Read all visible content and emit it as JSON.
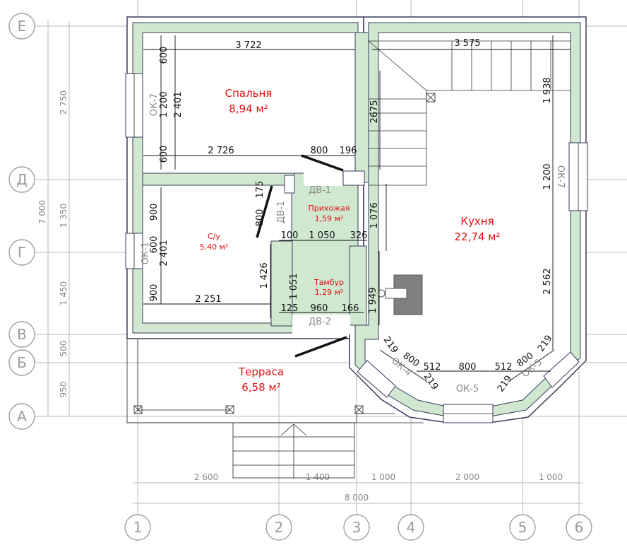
{
  "axes": {
    "letters": [
      "Е",
      "Д",
      "Г",
      "В",
      "Б",
      "А"
    ],
    "numbers": [
      "1",
      "2",
      "3",
      "4",
      "5",
      "6"
    ]
  },
  "rooms": {
    "bedroom": {
      "name": "Спальня",
      "area": "8,94 м²"
    },
    "kitchen": {
      "name": "Кухня",
      "area": "22,74 м²"
    },
    "hall": {
      "name": "Прихожая",
      "area": "1,59 м²"
    },
    "bathroom": {
      "name": "С/у",
      "area": "5,40 м²"
    },
    "vestibule": {
      "name": "Тамбур",
      "area": "1,29 м²"
    },
    "terrace": {
      "name": "Терраса",
      "area": "6,58 м²"
    }
  },
  "tags": {
    "dv1": "ДВ-1",
    "dv2": "ДВ-2",
    "dv1_vertical": "ДВ-1",
    "ok7_left": "ОК-7",
    "ok7_right": "ОК-7",
    "ok1": "ОК-1",
    "ok4": "ОК-4",
    "ok5_bottom": "ОК-5",
    "ok5_right": "ОК-5"
  },
  "dimensions": {
    "left_total": "7 000",
    "left_segments": [
      "2 750",
      "1 350",
      "1 450",
      "500",
      "950"
    ],
    "bottom_segments": [
      "2 600",
      "1 400",
      "1 000",
      "2 000",
      "1 000"
    ],
    "bottom_total": "8 000",
    "bedroom_top": "3 722",
    "kitchen_top": "3 575",
    "bedroom_bottom": "2 726",
    "door_800_top": "800",
    "wall_196": "196",
    "bedroom_left_600_top": "600",
    "bedroom_left_1200": "1 200",
    "bedroom_left_600_bottom": "600",
    "bedroom_height": "2 401",
    "stair_2675": "2675",
    "kitchen_1938": "1 938",
    "kitchen_1200": "1 200",
    "kitchen_2562": "2 562",
    "hall_175": "175",
    "hall_800": "800",
    "hall_1076": "1 076",
    "hall_100": "100",
    "hall_1050": "1 050",
    "hall_326": "326",
    "bath_900_top": "900",
    "bath_600": "600",
    "bath_height": "2 401",
    "bath_900_bottom": "900",
    "bath_width": "2 251",
    "bath_1426": "1 426",
    "vest_1051": "1 051",
    "vest_1949": "1 949",
    "vest_125": "125",
    "vest_960": "960",
    "vest_166": "166",
    "bay_219_a": "219",
    "bay_800_a": "800",
    "bay_219_b": "219",
    "bay_512_a": "512",
    "bay_800_mid": "800",
    "bay_512_b": "512",
    "bay_219_c": "219",
    "bay_800_b": "800",
    "bay_219_d": "219"
  }
}
